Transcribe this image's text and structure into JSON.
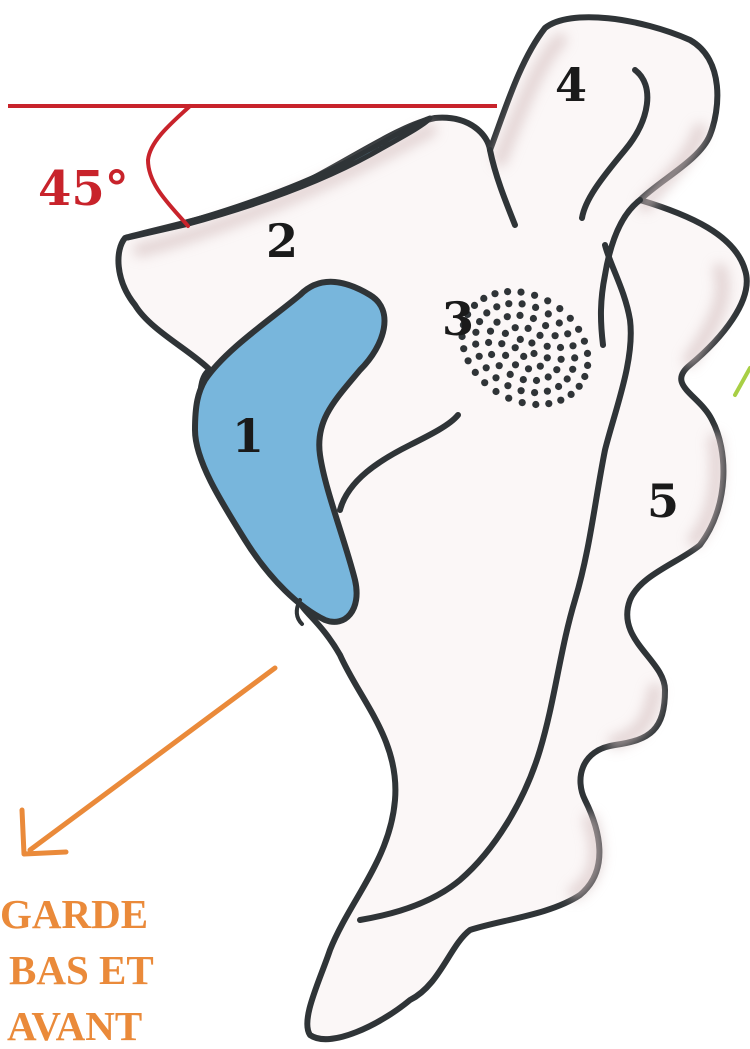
{
  "angle_label": "45°",
  "labels": {
    "one": "1",
    "two": "2",
    "three": "3",
    "four": "4",
    "five": "5"
  },
  "direction_caption": [
    "GARDE",
    "BAS ET",
    "AVANT"
  ],
  "colors": {
    "outline": "#2f3437",
    "fill": "#fbf7f7",
    "shading": "#d9c6c6",
    "blue": "#78b6dc",
    "angle_red": "#c8232b",
    "arrow_orange": "#ea8a3a",
    "green_mark": "#a8cf45"
  }
}
